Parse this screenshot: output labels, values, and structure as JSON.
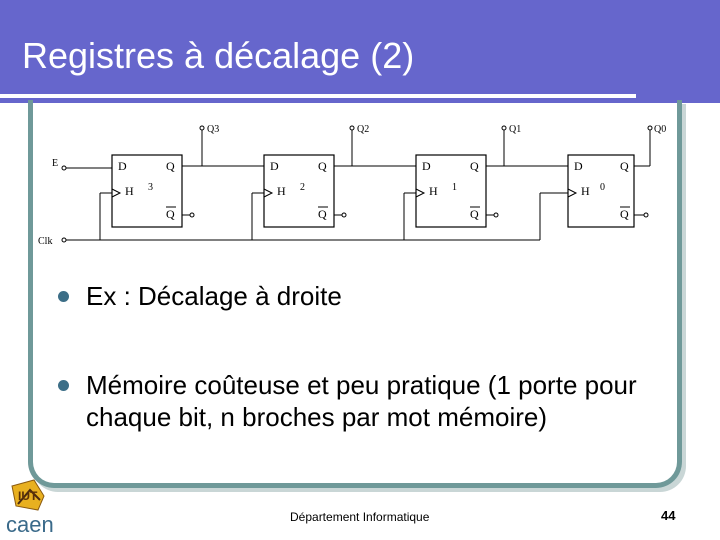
{
  "slide": {
    "title": "Registres à décalage (2)",
    "bullets": [
      {
        "text": "Ex : Décalage à droite"
      },
      {
        "text": "Mémoire coûteuse et peu pratique (1 porte pour chaque bit, n broches par mot mémoire)"
      }
    ],
    "footer": "Département Informatique",
    "page_number": "44",
    "logo": {
      "text": "caen",
      "badge": "IUT"
    }
  },
  "diagram": {
    "input_label": "E",
    "clock_label": "Clk",
    "flipflops": [
      {
        "index": "3",
        "output": "Q3",
        "d": "D",
        "q": "Q",
        "h": "H",
        "qbar": "Q"
      },
      {
        "index": "2",
        "output": "Q2",
        "d": "D",
        "q": "Q",
        "h": "H",
        "qbar": "Q"
      },
      {
        "index": "1",
        "output": "Q1",
        "d": "D",
        "q": "Q",
        "h": "H",
        "qbar": "Q"
      },
      {
        "index": "0",
        "output": "Q0",
        "d": "D",
        "q": "Q",
        "h": "H",
        "qbar": "Q"
      }
    ]
  },
  "colors": {
    "title_bg": "#6666cc",
    "frame": "#6f9999",
    "bullet": "#3c6e87"
  }
}
